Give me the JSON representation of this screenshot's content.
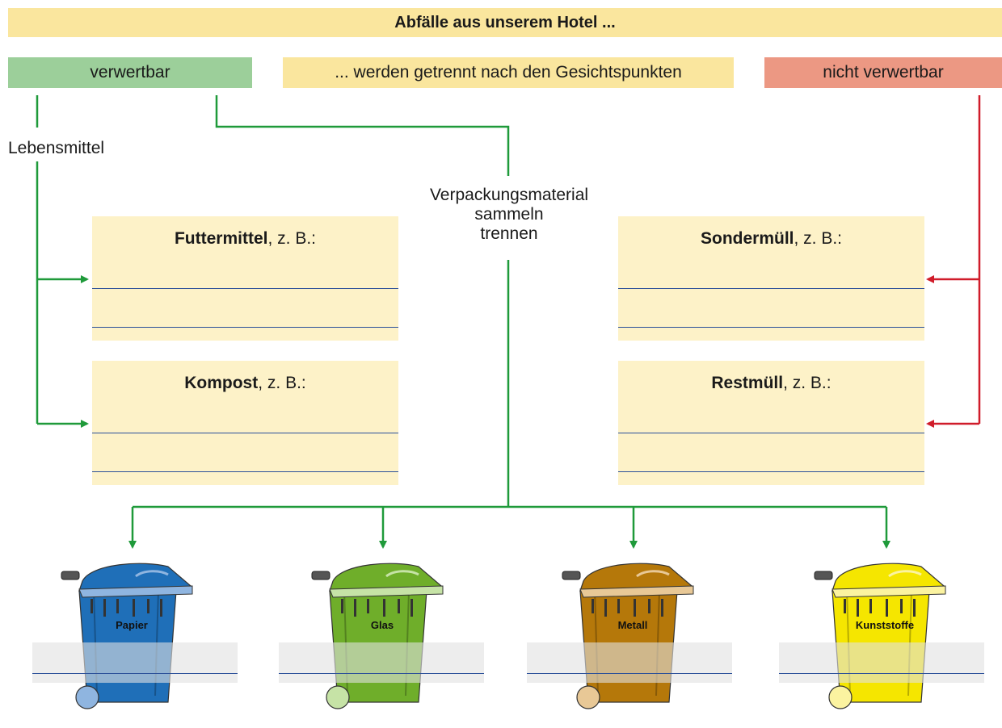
{
  "header": {
    "title": "Abfälle aus unserem Hotel ..."
  },
  "categories": {
    "recyclable": "verwertbar",
    "criteria": "... werden getrennt nach den Gesichtspunkten",
    "non_recyclable": "nicht verwertbar"
  },
  "flow_labels": {
    "food": "Lebensmittel",
    "packaging_line1": "Verpackungsmaterial",
    "packaging_line2": "sammeln",
    "packaging_line3": "trennen"
  },
  "boxes": {
    "feed": {
      "title_bold": "Futtermittel",
      "title_rest": ", z. B.:"
    },
    "compost": {
      "title_bold": "Kompost",
      "title_rest": ", z. B.:"
    },
    "hazardous": {
      "title_bold": "Sondermüll",
      "title_rest": ", z. B.:"
    },
    "residual": {
      "title_bold": "Restmüll",
      "title_rest": ", z. B.:"
    }
  },
  "bins": [
    {
      "label": "Papier",
      "color": "#1f6fb8",
      "lid": "#8fb5e0",
      "label_color": "#111111"
    },
    {
      "label": "Glas",
      "color": "#6fae2a",
      "lid": "#c6e3a6",
      "label_color": "#111111"
    },
    {
      "label": "Metall",
      "color": "#b5780a",
      "lid": "#e8c896",
      "label_color": "#111111"
    },
    {
      "label": "Kunststoffe",
      "color": "#f5e600",
      "lid": "#fbf3a0",
      "label_color": "#111111"
    }
  ],
  "colors": {
    "banner": "#fae69e",
    "recyclable": "#9ccf9a",
    "non_recyclable": "#ec9883",
    "arrow_green": "#1f9a3a",
    "arrow_red": "#d01c2a",
    "box_fill": "#fdf2c8",
    "write_line": "#2a4f99"
  }
}
